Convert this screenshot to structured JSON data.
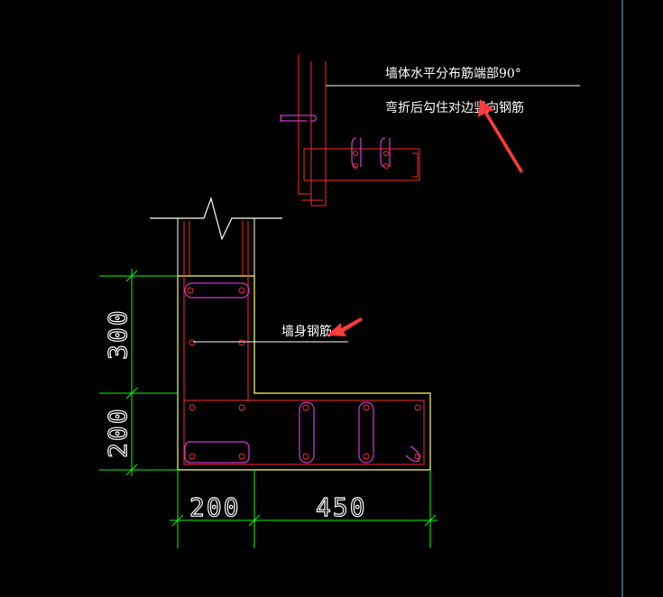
{
  "colors": {
    "background": "#000000",
    "dimension": "#00ff00",
    "outline": "#ffff66",
    "rebar": "#ff2a2a",
    "stirrup": "#cc33cc",
    "annotation": "#ffffff",
    "arrow": "#ff3a3a",
    "edge_line": "#4a7a8a"
  },
  "dimensions": {
    "vertical": [
      "300",
      "200"
    ],
    "horizontal": [
      "200",
      "450"
    ]
  },
  "annotations": {
    "detail_note_line1": "墙体水平分布筋端部90°",
    "detail_note_line2": "弯折后勾住对边竖向钢筋",
    "wall_rebar_label": "墙身钢筋"
  }
}
